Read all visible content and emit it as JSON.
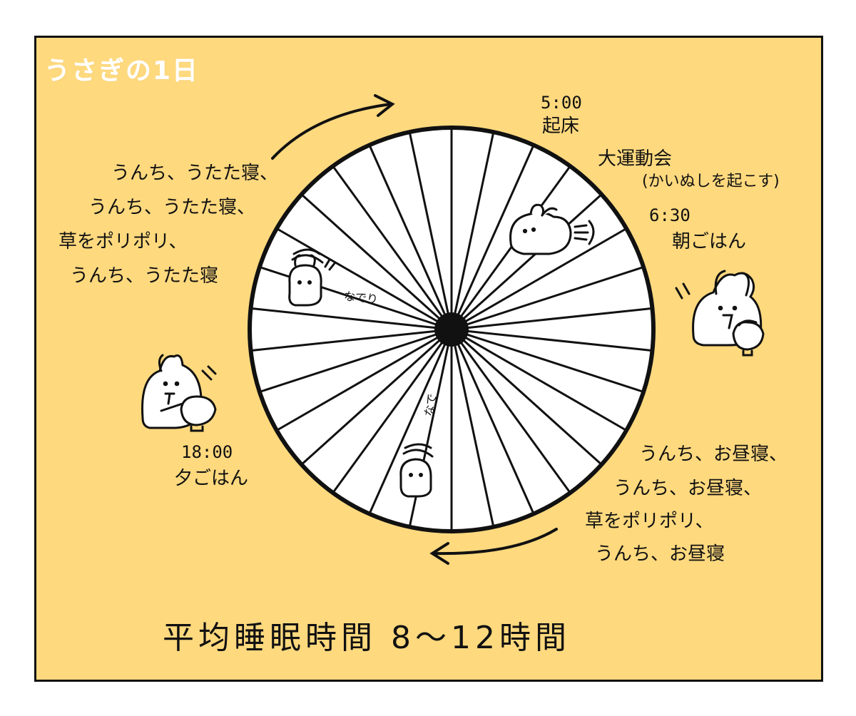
{
  "colors": {
    "background": "#FFD97E",
    "wheel_fill": "#FFFFFF",
    "line": "#111111",
    "title_text": "#FFFFFF"
  },
  "title": "うさぎの1日",
  "wheel": {
    "segments": 30
  },
  "labels": {
    "wake_time": "5:00",
    "wake": "起床",
    "sports": "大運動会",
    "sports_note": "(かいぬしを起こす)",
    "breakfast_time": "6:30",
    "breakfast": "朝ごはん",
    "morning_1": "うんち、お昼寝、",
    "morning_2": "うんち、お昼寝、",
    "morning_3": "草をポリポリ、",
    "morning_4": "うんち、お昼寝",
    "dinner_time": "18:00",
    "dinner": "夕ごはん",
    "night_1": "うんち、うたた寝、",
    "night_2": "うんち、うたた寝、",
    "night_3": "草をポリポリ、",
    "night_4": "うんち、うたた寝",
    "pet_1": "なでり",
    "pet_2": "なで"
  },
  "footer": "平均睡眠時間 8〜12時間",
  "icons": [
    "bunny-running-icon",
    "bunny-eating-icon",
    "bunny-petted-icon",
    "clockwise-arrow-icon"
  ]
}
